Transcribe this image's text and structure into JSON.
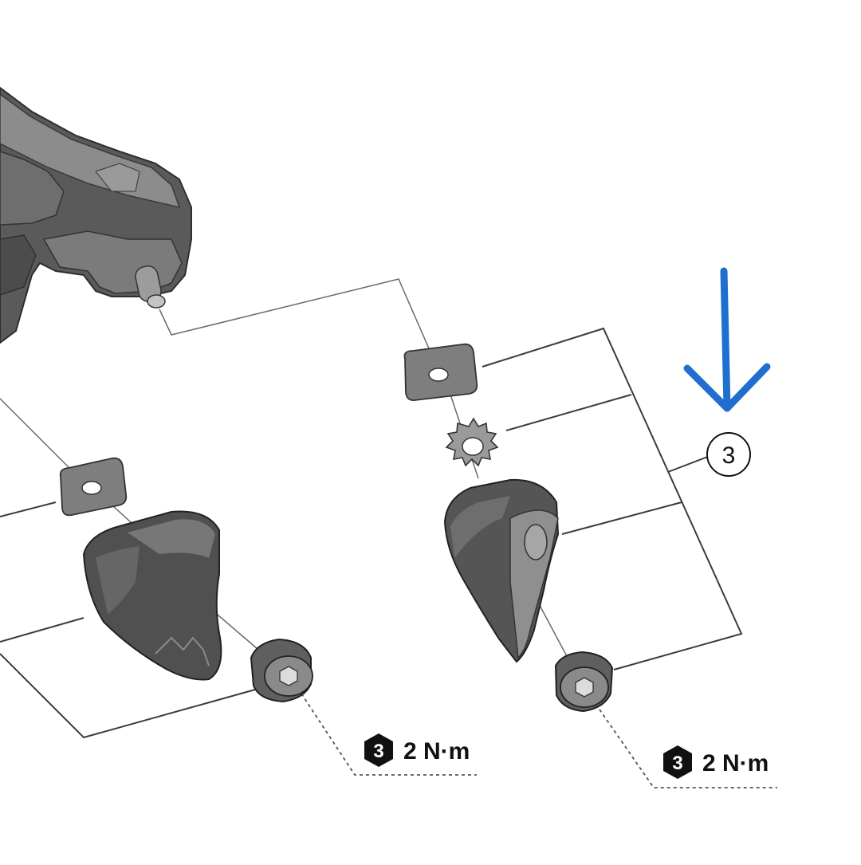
{
  "diagram": {
    "callout": {
      "number": "3"
    },
    "torque_specs": [
      {
        "tool_size": "3",
        "value": "2 N·m"
      },
      {
        "tool_size": "3",
        "value": "2 N·m"
      }
    ],
    "colors": {
      "background": "#ffffff",
      "part_dark": "#4a4a4a",
      "part_mid": "#7a7a7a",
      "part_light": "#a8a8a8",
      "leader_line": "#555555",
      "annotation_arrow": "#1f6fd0"
    }
  }
}
